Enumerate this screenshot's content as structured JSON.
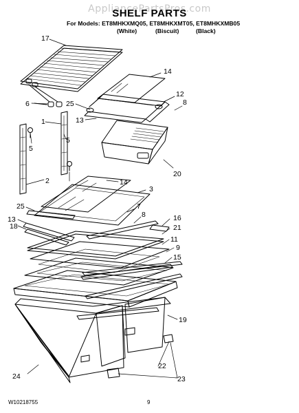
{
  "watermark": "AppliancePartsPros.com",
  "header": {
    "title": "SHELF PARTS",
    "models": "For Models: ET8MHKXMQ05, ET8MHKXMT05, ET8MHKXMB05",
    "variants": [
      "(White)",
      "(Biscuit)",
      "(Black)"
    ]
  },
  "callouts": [
    "17",
    "14",
    "6",
    "25",
    "12",
    "8",
    "13",
    "1",
    "5",
    "20",
    "2",
    "5",
    "14",
    "3",
    "25",
    "7",
    "13",
    "18",
    "8",
    "16",
    "21",
    "11",
    "9",
    "15",
    "19",
    "22",
    "24",
    "23"
  ],
  "footer": {
    "doc_number": "W10218755",
    "page": "9"
  }
}
